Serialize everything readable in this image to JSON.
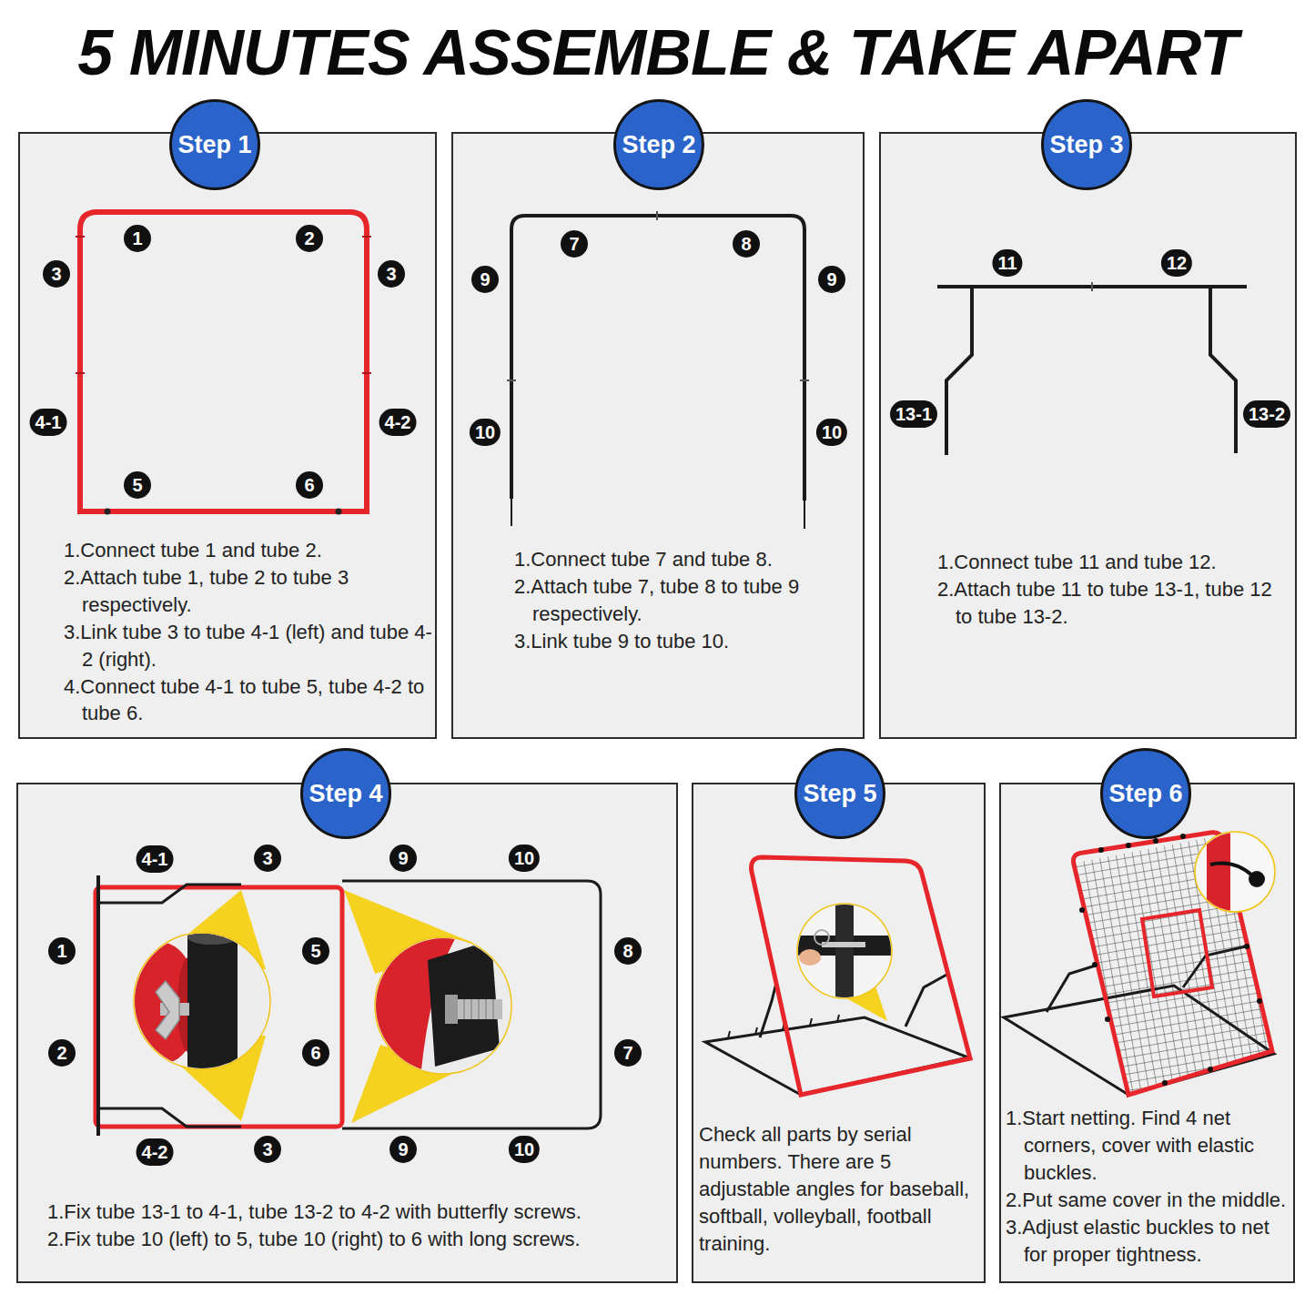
{
  "diagram": {
    "title": "5 MINUTES ASSEMBLE & TAKE APART",
    "nodes": [
      {
        "text": [
          "1.Connect tube 1 and tube 2.",
          "2.Attach tube 1, tube 2 to tube 3 respectively.",
          "3.Link tube 3 to tube 4-1 (left) and tube 4-2 (right).",
          "4.Connect tube 4-1 to tube 5, tube 4-2 to tube 6."
        ]
      },
      {
        "text": [
          "Step 1"
        ],
        "in": 0
      },
      {
        "text": [
          "1.Connect tube 7 and tube 8.",
          "2.Attach tube 7, tube 8 to tube 9 respectively.",
          "3.Link tube 9 to tube 10."
        ]
      },
      {
        "text": [
          "Step 2"
        ],
        "in": 2
      },
      {
        "text": [
          "1.Connect tube 11 and tube 12.",
          "2.Attach tube 11 to tube 13-1, tube 12 to tube 13-2."
        ]
      },
      {
        "text": [
          "Step 3"
        ],
        "in": 4
      },
      {
        "text": [
          "1.Fix tube 13-1 to 4-1, tube 13-2 to 4-2 with butterfly screws.",
          "2.Fix tube 10 (left) to 5, tube 10 (right) to 6 with long screws."
        ]
      },
      {
        "text": [
          "Step 4"
        ],
        "in": 6
      },
      {
        "text": [
          "Check all parts by serial numbers. There are 5 adjustable angles for baseball, softball, volleyball, football training."
        ]
      },
      {
        "text": [
          "Step 5"
        ],
        "in": 8
      },
      {
        "text": [
          "1.Start netting. Find 4 net corners, cover with elastic buckles.",
          "2.Put same cover in the middle.",
          "3.Adjust elastic buckles to net for proper tightness."
        ]
      },
      {
        "text": [
          "Step 6"
        ],
        "in": 10
      }
    ],
    "labels": [
      "1",
      "2",
      "3",
      "3",
      "4-1",
      "4-2",
      "5",
      "6",
      "7",
      "8",
      "9",
      "9",
      "10",
      "10",
      "11",
      "12",
      "13-1",
      "13-2",
      "4-1",
      "3",
      "9",
      "10",
      "1",
      "5",
      "8",
      "2",
      "6",
      "7",
      "4-2",
      "3",
      "9",
      "10"
    ]
  }
}
